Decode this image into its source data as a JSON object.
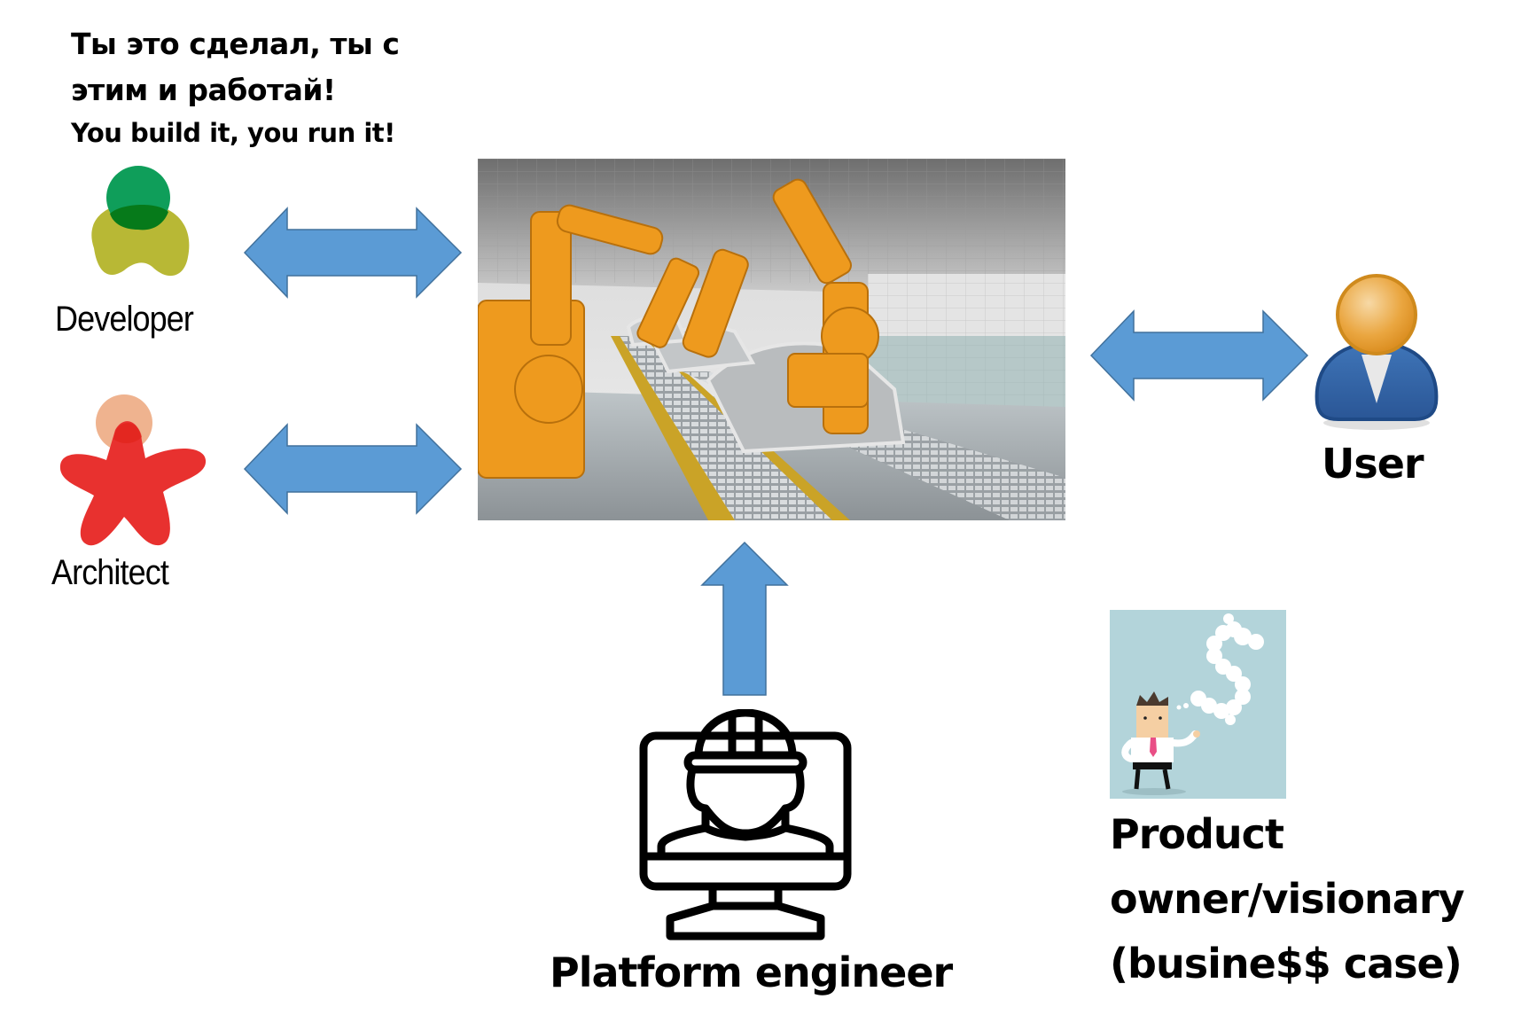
{
  "motto": {
    "line1": "Ты это сделал, ты с",
    "line2": "этим и работай!",
    "line3": "You build it, you run it!"
  },
  "roles": {
    "developer": {
      "label": "Developer",
      "icon": "developer-figure-icon"
    },
    "architect": {
      "label": "Architect",
      "icon": "architect-figure-icon"
    },
    "user": {
      "label": "User",
      "icon": "user-avatar-icon"
    },
    "platform_engineer": {
      "label": "Platform engineer",
      "icon": "engineer-monitor-icon"
    },
    "product_owner": {
      "label_line1": "Product",
      "label_line2": "owner/visionary",
      "label_line3": "(busine$$ case)",
      "icon": "businessman-dollar-thought-icon"
    }
  },
  "center": {
    "image": "robotic-car-assembly-line"
  },
  "arrows": [
    {
      "from": "developer",
      "to": "assembly-line",
      "type": "bidirectional"
    },
    {
      "from": "architect",
      "to": "assembly-line",
      "type": "bidirectional"
    },
    {
      "from": "assembly-line",
      "to": "user",
      "type": "bidirectional"
    },
    {
      "from": "platform-engineer",
      "to": "assembly-line",
      "type": "up"
    }
  ],
  "colors": {
    "arrow_fill": "#5b9bd5",
    "arrow_stroke": "#41719c",
    "developer_head": "#0f9e5a",
    "developer_body": "#b8b835",
    "architect_head": "#efb38f",
    "architect_body": "#e8312f",
    "user_head": "#e8a23a",
    "user_body": "#2f5f9e",
    "product_bg": "#b3d4da"
  }
}
